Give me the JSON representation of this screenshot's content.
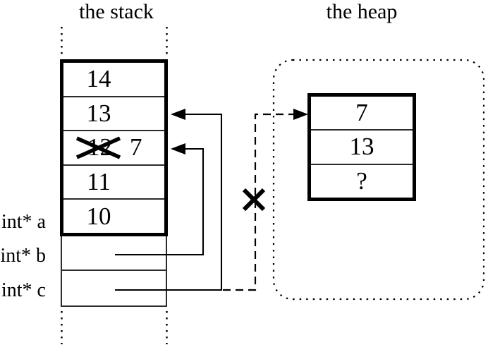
{
  "titles": {
    "stack": "the stack",
    "heap": "the heap"
  },
  "stack": {
    "rows": [
      {
        "value": "14"
      },
      {
        "value": "13"
      },
      {
        "value": "12",
        "crossed_out": true,
        "new_value": "7"
      },
      {
        "value": "11"
      },
      {
        "value": "10"
      }
    ],
    "pointer_labels": [
      {
        "label": "int* a"
      },
      {
        "label": "int* b"
      },
      {
        "label": "int* c"
      }
    ]
  },
  "heap": {
    "rows": [
      {
        "value": "7"
      },
      {
        "value": "13"
      },
      {
        "value": "?"
      }
    ]
  },
  "colors": {
    "ink": "#000000",
    "thin_line": "#2b2b2b",
    "background": "#ffffff"
  }
}
